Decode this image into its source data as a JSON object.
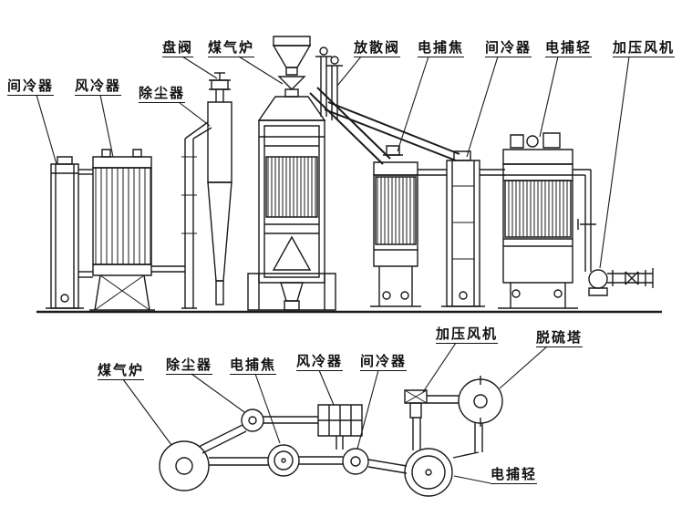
{
  "colors": {
    "line": "#1a1a1a",
    "background": "#ffffff"
  },
  "diagram": {
    "kind": "coal-gas-station-equipment-schematic",
    "views": [
      "elevation",
      "plan"
    ]
  },
  "labels": {
    "intercooler_top_left": "间冷器",
    "air_cooler_top": "风冷器",
    "dust_remover_top": "除尘器",
    "disc_valve": "盘阀",
    "gas_furnace_top": "煤气炉",
    "vent_valve": "放散阀",
    "tar_precipitator_top": "电捕焦",
    "intercooler_top_right": "间冷器",
    "light_oil_precipitator_top": "电捕轻",
    "pressure_fan_top": "加压风机",
    "pressure_fan_bottom": "加压风机",
    "desulfurization_tower": "脱硫塔",
    "gas_furnace_bottom": "煤气炉",
    "dust_remover_bottom": "除尘器",
    "tar_precipitator_bottom": "电捕焦",
    "air_cooler_bottom": "风冷器",
    "intercooler_bottom": "间冷器",
    "light_oil_precipitator_bottom": "电捕轻"
  }
}
